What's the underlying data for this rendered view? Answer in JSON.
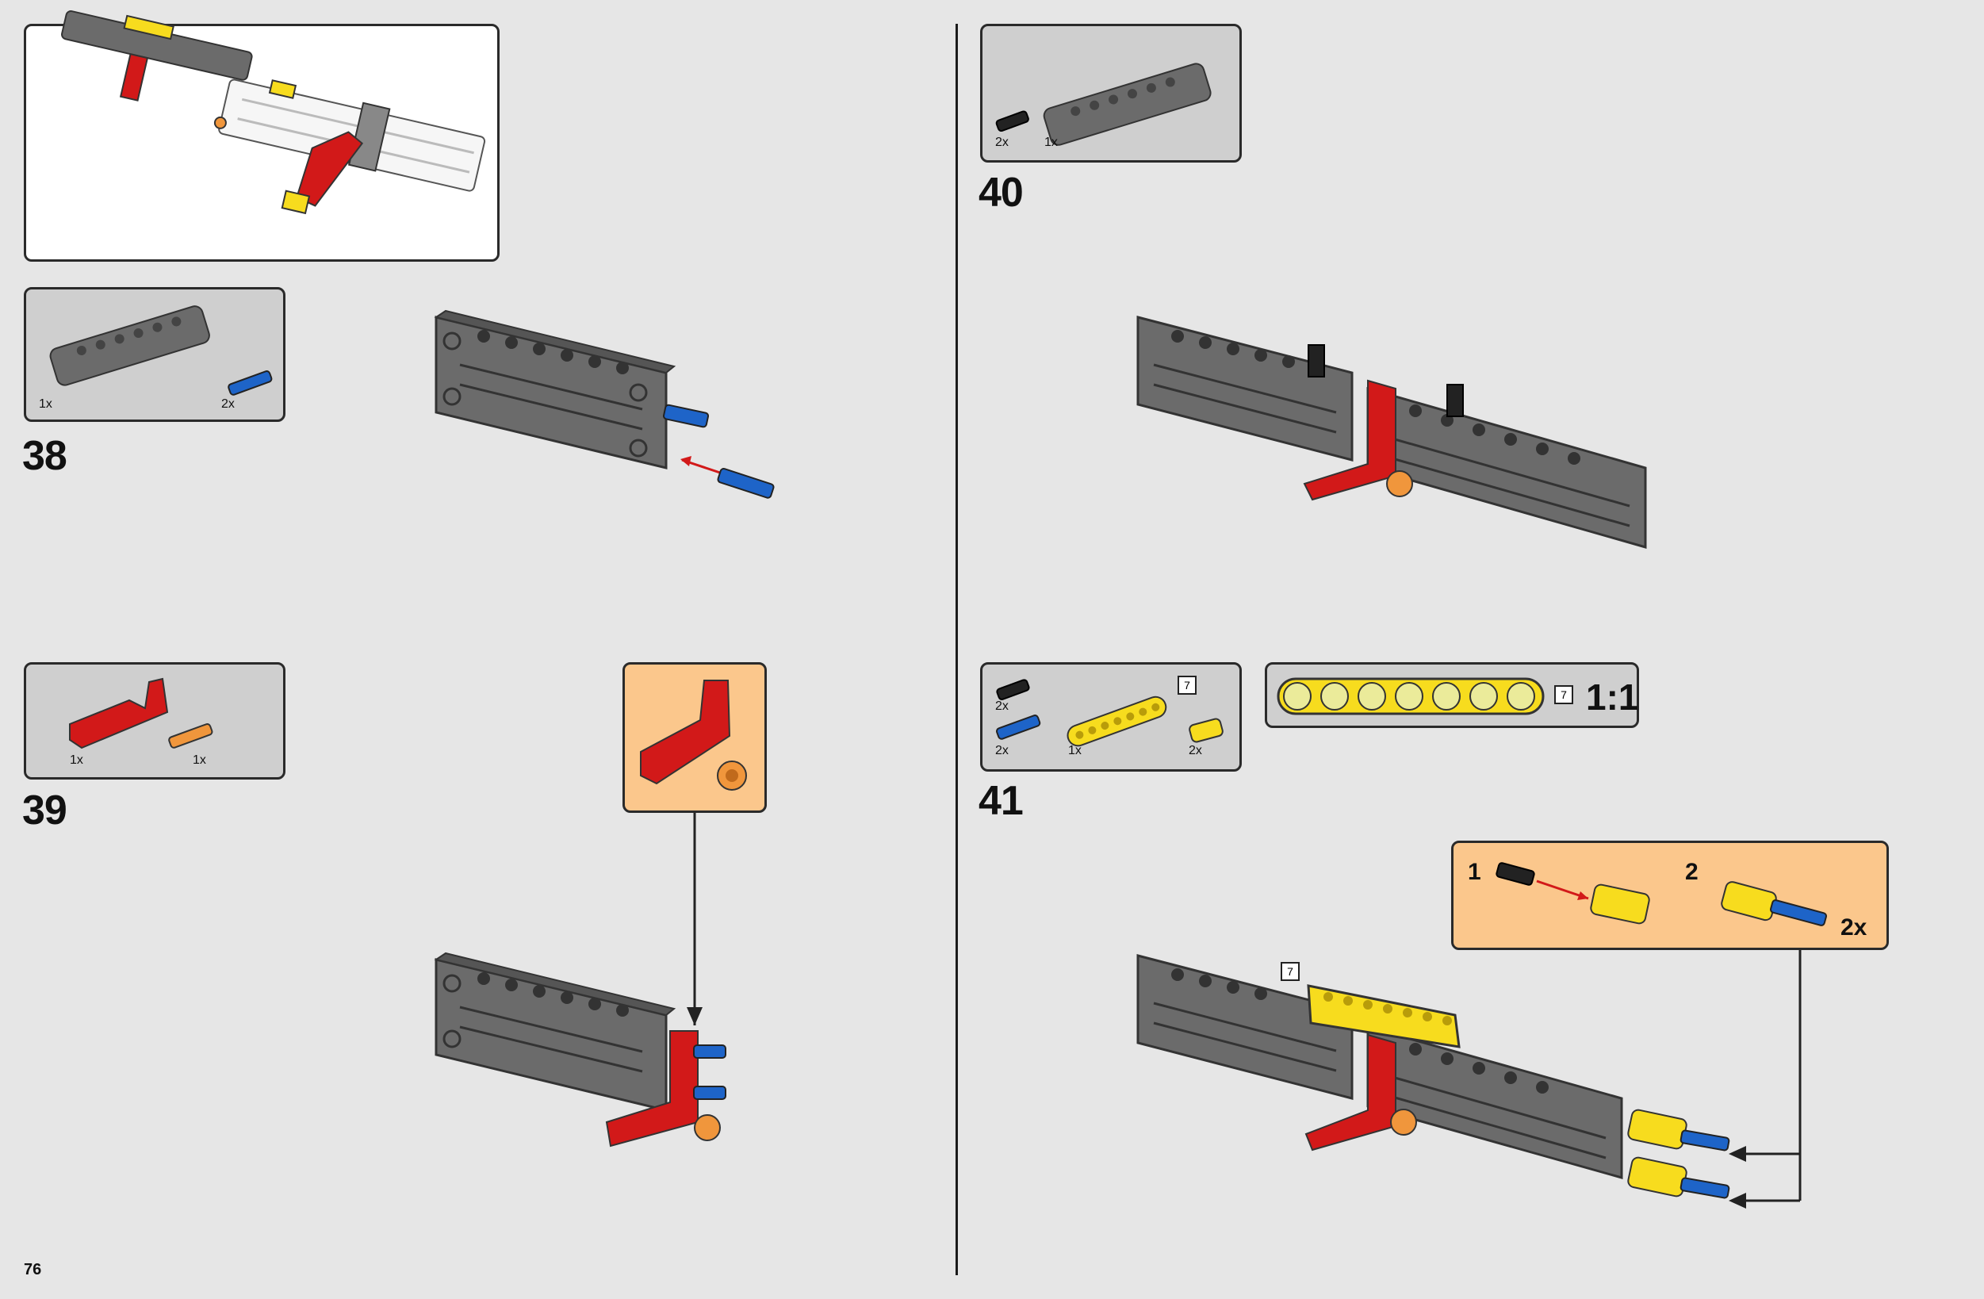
{
  "page_number": "76",
  "steps": [
    {
      "number": "38",
      "parts": [
        {
          "qty": "1x",
          "part": "grey-panel"
        },
        {
          "qty": "2x",
          "part": "blue-axle-pin"
        }
      ]
    },
    {
      "number": "39",
      "parts": [
        {
          "qty": "1x",
          "part": "red-l-beam"
        },
        {
          "qty": "1x",
          "part": "orange-pin"
        }
      ]
    },
    {
      "number": "40",
      "parts": [
        {
          "qty": "2x",
          "part": "black-pin"
        },
        {
          "qty": "1x",
          "part": "grey-panel"
        }
      ]
    },
    {
      "number": "41",
      "parts": [
        {
          "qty": "2x",
          "part": "black-pin"
        },
        {
          "qty": "2x",
          "part": "blue-axle-pin"
        },
        {
          "qty": "1x",
          "part": "yellow-beam-7",
          "length_tag": "7"
        },
        {
          "qty": "2x",
          "part": "yellow-connector"
        }
      ],
      "scale_guide": {
        "length_tag": "7",
        "scale": "1:1",
        "holes": 7
      },
      "subassembly": {
        "steps": [
          "1",
          "2"
        ],
        "multiplier": "2x"
      },
      "model_tag": "7"
    }
  ],
  "colors": {
    "background": "#e6e6e6",
    "panel_grey": "#6b6b6b",
    "lego_red": "#d21919",
    "lego_yellow": "#f7dc1e",
    "lego_blue": "#1e64c8",
    "lego_orange": "#f0963c",
    "callout_orange": "#fbc78c"
  }
}
